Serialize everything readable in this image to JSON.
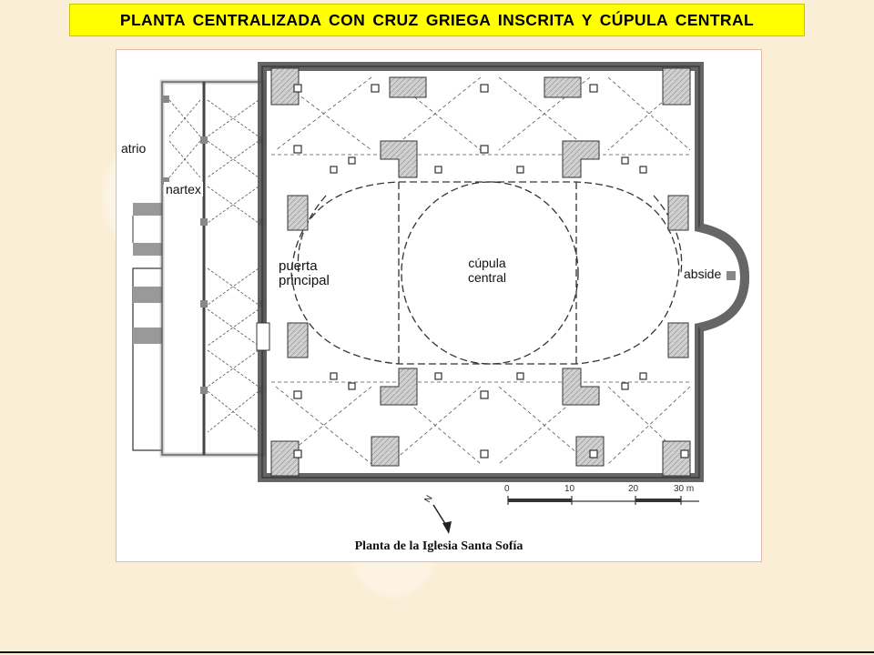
{
  "slide": {
    "title": "PLANTA CENTRALIZADA CON CRUZ GRIEGA INSCRITA Y CÚPULA CENTRAL"
  },
  "plan": {
    "caption": "Planta de la Iglesia Santa Sofía",
    "labels": {
      "atrio": "atrio",
      "nartex": "nartex",
      "puerta_line1": "puerta",
      "puerta_line2": "principal",
      "cupula_line1": "cúpula",
      "cupula_line2": "central",
      "abside": "abside"
    },
    "scale": {
      "ticks": [
        "0",
        "10",
        "20",
        "30 m"
      ]
    },
    "north_mark": "N"
  },
  "colors": {
    "title_bg": "#ffff00",
    "wall_fill": "#bdbdbd",
    "background": "#fbeed6"
  }
}
